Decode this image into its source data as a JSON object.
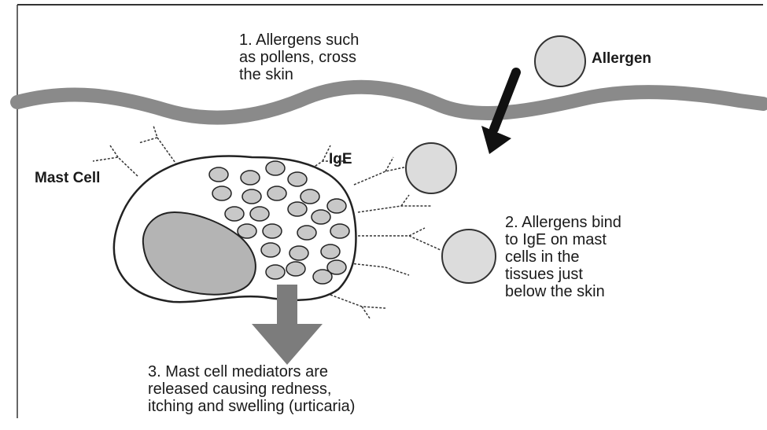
{
  "step1": "1. Allergens such\nas pollens, cross\nthe skin",
  "step2": "2. Allergens bind\nto IgE on mast\ncells in the\ntissues just\nbelow the skin",
  "step3": "3. Mast cell mediators are\nreleased causing redness,\nitching and swelling (urticaria)",
  "labels": {
    "allergen": "Allergen",
    "mast_cell": "Mast Cell",
    "ige": "IgE"
  },
  "colors": {
    "granule": "#c8c8c8",
    "nucleus": "#b4b4b4",
    "allergen": "#dcdcdc",
    "skin": "#8a8a8a",
    "down_arrow": "#7c7c7c",
    "allergen_arrow": "#111111"
  }
}
